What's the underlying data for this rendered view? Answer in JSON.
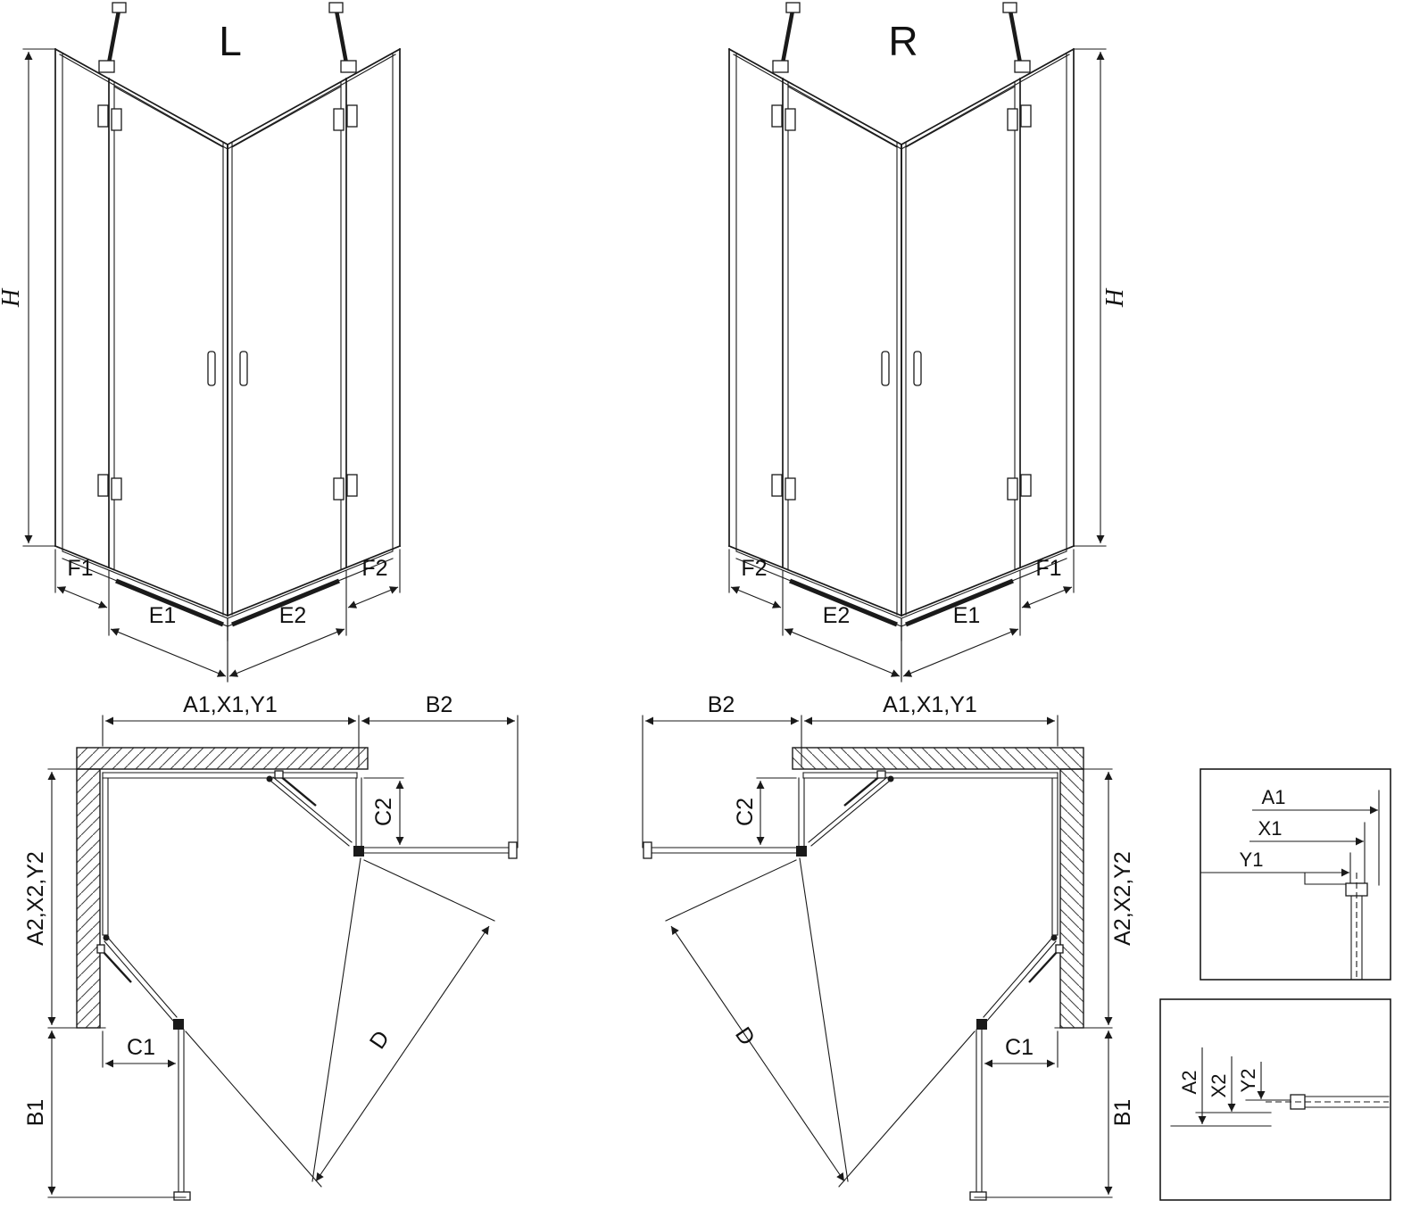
{
  "views": {
    "left_3d": {
      "label": "L",
      "dim_h": "H",
      "dim_f1": "F1",
      "dim_e1": "E1",
      "dim_e2": "E2",
      "dim_f2": "F2"
    },
    "right_3d": {
      "label": "R",
      "dim_h": "H",
      "dim_f1": "F1",
      "dim_e1": "E1",
      "dim_e2": "E2",
      "dim_f2": "F2"
    },
    "plan_left": {
      "dim_a1": "A1,X1,Y1",
      "dim_b2": "B2",
      "dim_c2": "C2",
      "dim_a2": "A2,X2,Y2",
      "dim_c1": "C1",
      "dim_b1": "B1",
      "dim_d": "D"
    },
    "plan_right": {
      "dim_a1": "A1,X1,Y1",
      "dim_b2": "B2",
      "dim_c2": "C2",
      "dim_a2": "A2,X2,Y2",
      "dim_c1": "C1",
      "dim_b1": "B1",
      "dim_d": "D"
    },
    "detail_top": {
      "dim_a1": "A1",
      "dim_x1": "X1",
      "dim_y1": "Y1"
    },
    "detail_bottom": {
      "dim_a2": "A2",
      "dim_x2": "X2",
      "dim_y2": "Y2"
    }
  },
  "colors": {
    "line": "#1a1a1a",
    "background": "#ffffff"
  }
}
